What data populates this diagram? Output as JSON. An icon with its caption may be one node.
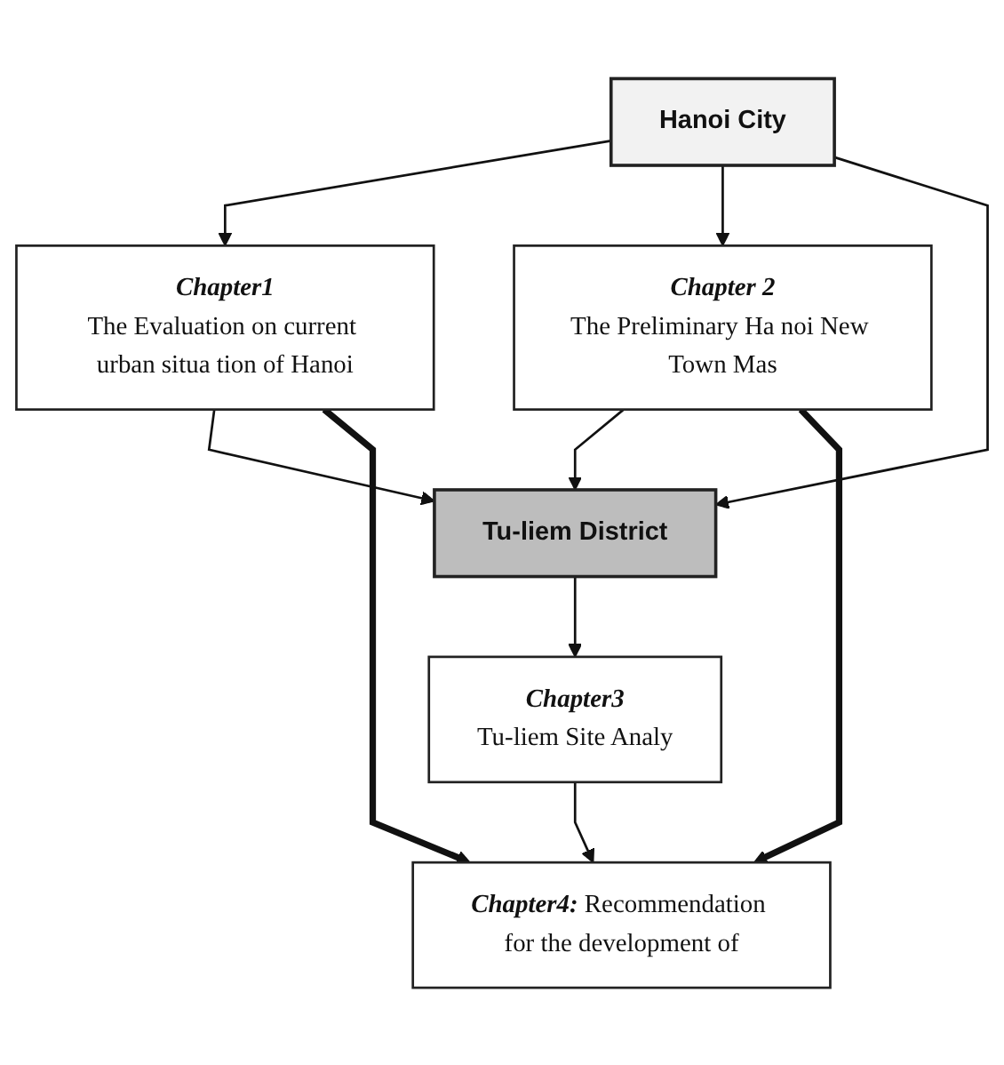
{
  "diagram": {
    "nodes": [
      {
        "text": [
          "Hanoi City"
        ]
      },
      {
        "text": [
          "Chapter1",
          "The Evaluation on current urban situa tion of Hanoi"
        ]
      },
      {
        "text": [
          "Chapter 2",
          "The Preliminary Ha noi New Town Mas"
        ]
      },
      {
        "text": [
          "Tu-liem District"
        ]
      },
      {
        "text": [
          "Chapter3",
          "Tu-liem Site Analy"
        ]
      },
      {
        "text": [
          "Chapter4:",
          "Recommendation for the development of"
        ]
      }
    ],
    "edges": [
      {
        "from": 0,
        "to": 1,
        "arrow": "to"
      },
      {
        "from": 0,
        "to": 2,
        "arrow": "to"
      },
      {
        "from": 0,
        "to": 3,
        "arrow": "to"
      },
      {
        "from": 1,
        "to": 3,
        "arrow": "to"
      },
      {
        "from": 2,
        "to": 3,
        "arrow": "to"
      },
      {
        "from": 1,
        "to": 5,
        "arrow": "to",
        "style": "thick"
      },
      {
        "from": 2,
        "to": 5,
        "arrow": "to",
        "style": "thick"
      },
      {
        "from": 3,
        "to": 4,
        "arrow": "to"
      },
      {
        "from": 4,
        "to": 5,
        "arrow": "to"
      }
    ]
  }
}
